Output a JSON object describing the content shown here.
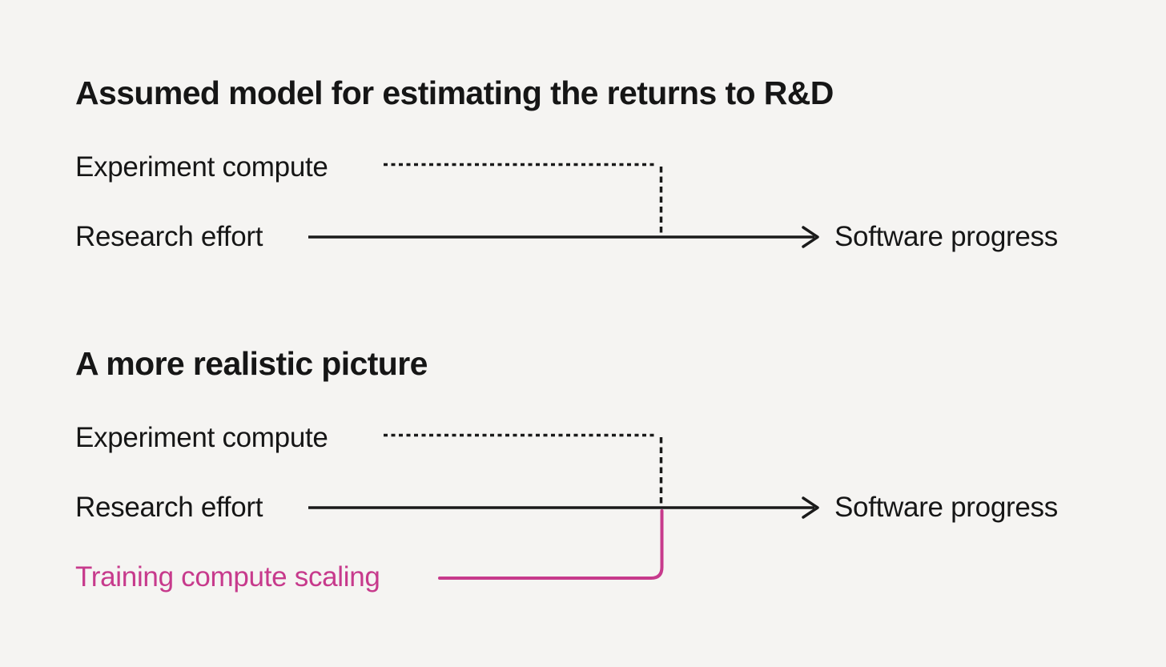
{
  "colors": {
    "background": "#f5f4f2",
    "text": "#161616",
    "line": "#1a1a1a",
    "accent": "#c73a8c"
  },
  "diagram1": {
    "title": "Assumed model for estimating the returns to R&D",
    "input_top": "Experiment compute",
    "input_main": "Research effort",
    "output": "Software progress"
  },
  "diagram2": {
    "title": "A more realistic picture",
    "input_top": "Experiment compute",
    "input_main": "Research effort",
    "output": "Software progress",
    "input_bottom": "Training compute scaling"
  }
}
